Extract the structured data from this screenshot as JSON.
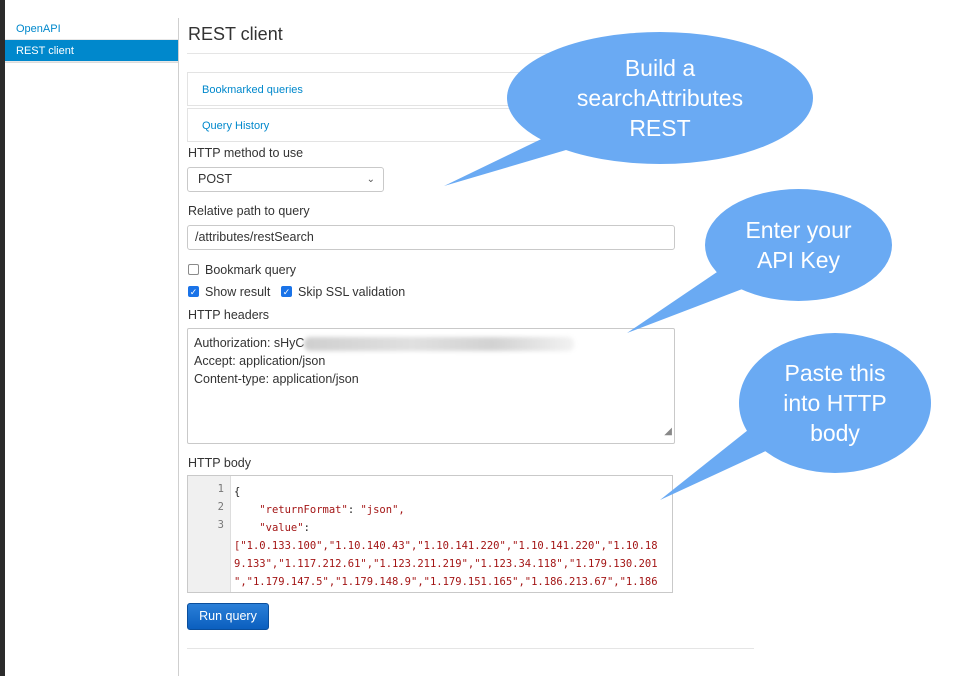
{
  "sidebar": {
    "items": [
      {
        "label": "OpenAPI",
        "active": false
      },
      {
        "label": "REST client",
        "active": true
      }
    ]
  },
  "main": {
    "title": "REST client",
    "accordions": [
      {
        "label": "Bookmarked queries"
      },
      {
        "label": "Query History"
      }
    ],
    "method_label": "HTTP method to use",
    "method_value": "POST",
    "path_label": "Relative path to query",
    "path_value": "/attributes/restSearch",
    "bookmark_label": "Bookmark query",
    "bookmark_checked": false,
    "show_result_label": "Show result",
    "show_result_checked": true,
    "skip_ssl_label": "Skip SSL validation",
    "skip_ssl_checked": true,
    "headers_label": "HTTP headers",
    "headers": {
      "auth_prefix": "Authorization: sHyC",
      "accept": "Accept: application/json",
      "content_type": "Content-type: application/json"
    },
    "body_label": "HTTP body",
    "body_lines": {
      "line1": "{",
      "line2_key": "\"returnFormat\"",
      "line2_val": "\"json\",",
      "line3_key": "\"value\"",
      "line3_rest": ":",
      "line4": "[\"1.0.133.100\",\"1.10.140.43\",\"1.10.141.220\",\"1.10.141.220\",\"1.10.18",
      "line5": "9.133\",\"1.117.212.61\",\"1.123.211.219\",\"1.123.34.118\",\"1.179.130.201",
      "line6": "\",\"1.179.147.5\",\"1.179.148.9\",\"1.179.151.165\",\"1.186.213.67\",\"1.186"
    },
    "line_numbers": [
      "1",
      "2",
      "3"
    ],
    "run_label": "Run query"
  },
  "callouts": {
    "build": [
      "Build a",
      "searchAttributes",
      "REST"
    ],
    "apikey": [
      "Enter your",
      "API Key"
    ],
    "paste": [
      "Paste this",
      "into HTTP",
      "body"
    ]
  },
  "colors": {
    "accent": "#0088cc",
    "callout": "#6aaaf3",
    "button": "#0b5fbf"
  }
}
